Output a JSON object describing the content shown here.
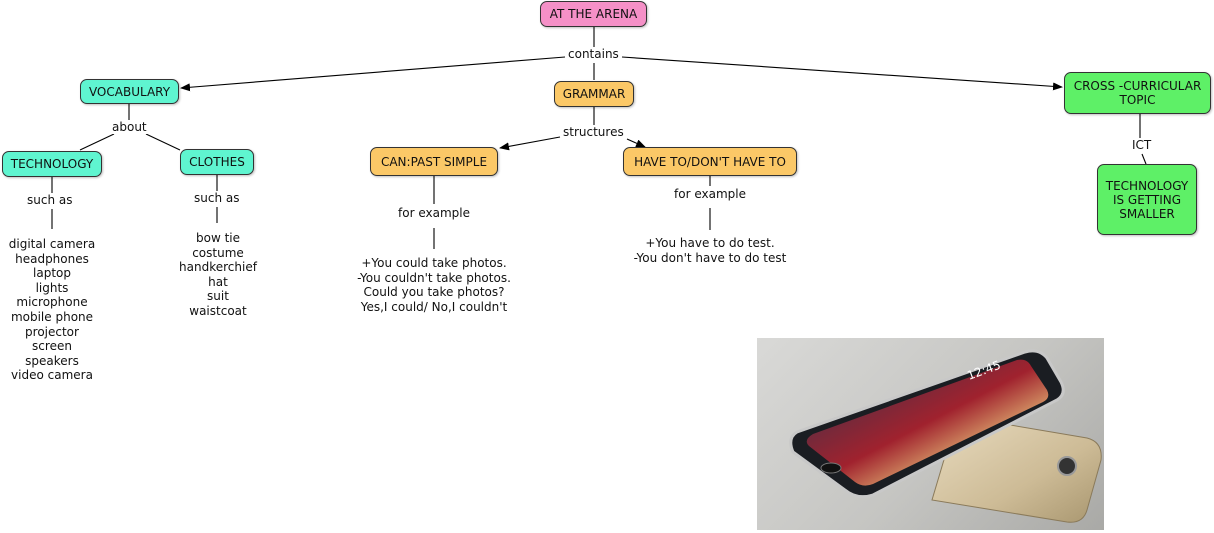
{
  "nodes": {
    "root": "AT THE ARENA",
    "vocabulary": "VOCABULARY",
    "grammar": "GRAMMAR",
    "cross_curricular": "CROSS -CURRICULAR TOPIC",
    "technology": "TECHNOLOGY",
    "clothes": "CLOTHES",
    "past_simple": "CAN:PAST SIMPLE",
    "have_to": "HAVE TO/DON'T HAVE TO",
    "tech_smaller": "TECHNOLOGY IS GETTING SMALLER"
  },
  "links": {
    "contains": "contains",
    "about": "about",
    "structures": "structures",
    "ict": "ICT",
    "such_as_tech": "such as",
    "such_as_clothes": "such as",
    "for_example_past": "for example",
    "for_example_have": "for example"
  },
  "lists": {
    "technology_items": "digital camera\nheadphones\nlaptop\nlights\nmicrophone\nmobile phone\nprojector\nscreen\nspeakers\nvideo camera",
    "clothes_items": "bow tie\ncostume\nhandkerchief\nhat\nsuit\nwaistcoat",
    "past_simple_examples": "+You could take photos.\n-You couldn't take photos.\nCould you take photos?\nYes,I could/ No,I couldn't",
    "have_to_examples": "+You have to do test.\n-You don't have to do test"
  },
  "colors": {
    "root": "#f590c7",
    "vocabulary": "#5ff5d0",
    "grammar": "#fbc867",
    "cross_curricular": "#5ef067"
  }
}
